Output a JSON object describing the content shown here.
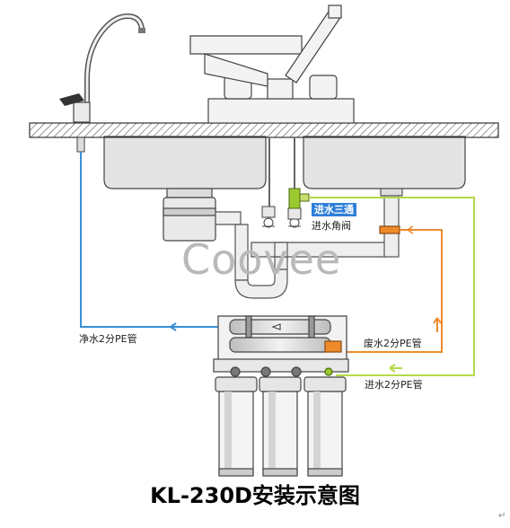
{
  "title": "KL-230D安装示意图",
  "labels": {
    "inlet_tee": "进水三通",
    "inlet_angle_valve": "进水角阀",
    "pure_water_pipe": "净水2分PE管",
    "waste_water_pipe": "废水2分PE管",
    "inlet_water_pipe": "进水2分PE管"
  },
  "watermark": "Coovee",
  "return_mark": "↵",
  "colors": {
    "pure_water_line": "#3a8fd6",
    "waste_water_line": "#ef8a2b",
    "inlet_water_line": "#b5d94a",
    "inlet_tee_highlight": "#2f7fd8",
    "outline": "#333333",
    "fill_gray": "#e6e6e6"
  }
}
